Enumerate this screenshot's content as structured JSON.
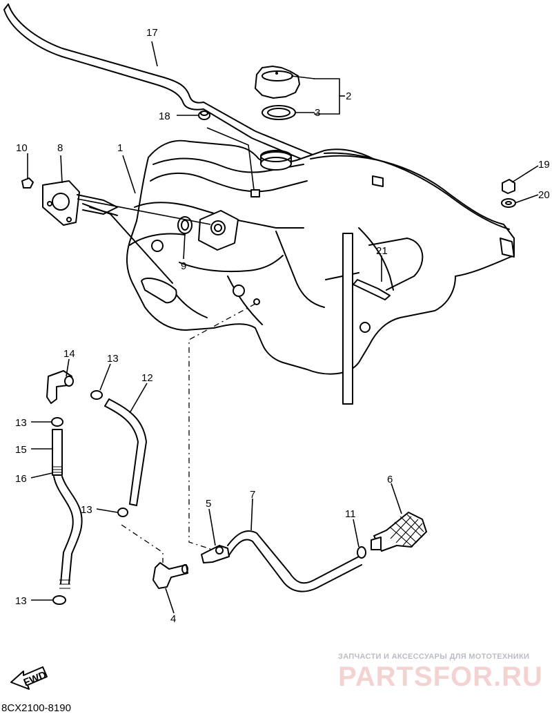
{
  "callouts": {
    "c1": "1",
    "c2": "2",
    "c3": "3",
    "c4": "4",
    "c5": "5",
    "c6": "6",
    "c7": "7",
    "c8": "8",
    "c9": "9",
    "c10": "10",
    "c11": "11",
    "c12": "12",
    "c13a": "13",
    "c13b": "13",
    "c13c": "13",
    "c13d": "13",
    "c14": "14",
    "c15": "15",
    "c16": "16",
    "c17": "17",
    "c18": "18",
    "c19": "19",
    "c20": "20",
    "c21": "21"
  },
  "fwd_label": "FWD",
  "diagram_code": "8CX2100-8190",
  "watermark": {
    "tagline": "ЗАПЧАСТИ И АКСЕССУАРЫ ДЛЯ МОТОТЕХНИКИ",
    "brand": "PARTSFOR.RU"
  }
}
